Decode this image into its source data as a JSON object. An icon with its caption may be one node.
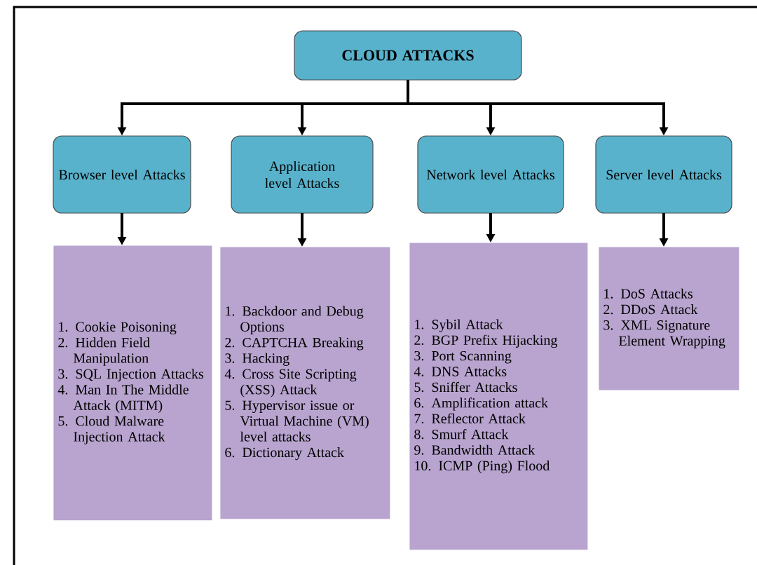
{
  "diagram": {
    "nodes": [
      {
        "text": [
          "CLOUD ATTACKS"
        ]
      },
      {
        "text": [
          "Browser level Attacks"
        ]
      },
      {
        "text": [
          "Application level Attacks"
        ]
      },
      {
        "text": [
          "Network level Attacks"
        ]
      },
      {
        "text": [
          "Server level Attacks"
        ]
      },
      {
        "text": [
          "1. Cookie Poisoning",
          "2. Hidden Field Manipulation",
          "3. SQL Injection Attacks",
          "4. Man In The Middle Attack (MITM)",
          "5. Cloud Malware Injection Attack"
        ]
      },
      {
        "text": [
          "1. Backdoor and Debug Options",
          "2. CAPTCHA Breaking",
          "3. Hacking",
          "4. Cross Site Scripting (XSS) Attack",
          "5. Hypervisor issue or Virtual Machine (VM) level attacks",
          "6. Dictionary Attack"
        ]
      },
      {
        "text": [
          "1. Sybil Attack",
          "2. BGP Prefix Hijacking",
          "3. Port Scanning",
          "4. DNS Attacks",
          "5. Sniffer Attacks",
          "6. Amplification attack",
          "7. Reflector Attack",
          "8. Smurf Attack",
          "9. Bandwidth Attack",
          "10. ICMP (Ping) Flood"
        ]
      },
      {
        "text": [
          "1. DoS Attacks",
          "2. DDoS Attack",
          "3. XML Signature Element Wrapping"
        ]
      }
    ],
    "edges": [
      {
        "from": 0,
        "to": 1,
        "arrow": "to"
      },
      {
        "from": 0,
        "to": 2,
        "arrow": "to"
      },
      {
        "from": 0,
        "to": 3,
        "arrow": "to"
      },
      {
        "from": 0,
        "to": 4,
        "arrow": "to"
      },
      {
        "from": 1,
        "to": 5,
        "arrow": "to"
      },
      {
        "from": 2,
        "to": 6,
        "arrow": "to"
      },
      {
        "from": 3,
        "to": 7,
        "arrow": "to"
      },
      {
        "from": 4,
        "to": 8,
        "arrow": "to"
      }
    ]
  }
}
